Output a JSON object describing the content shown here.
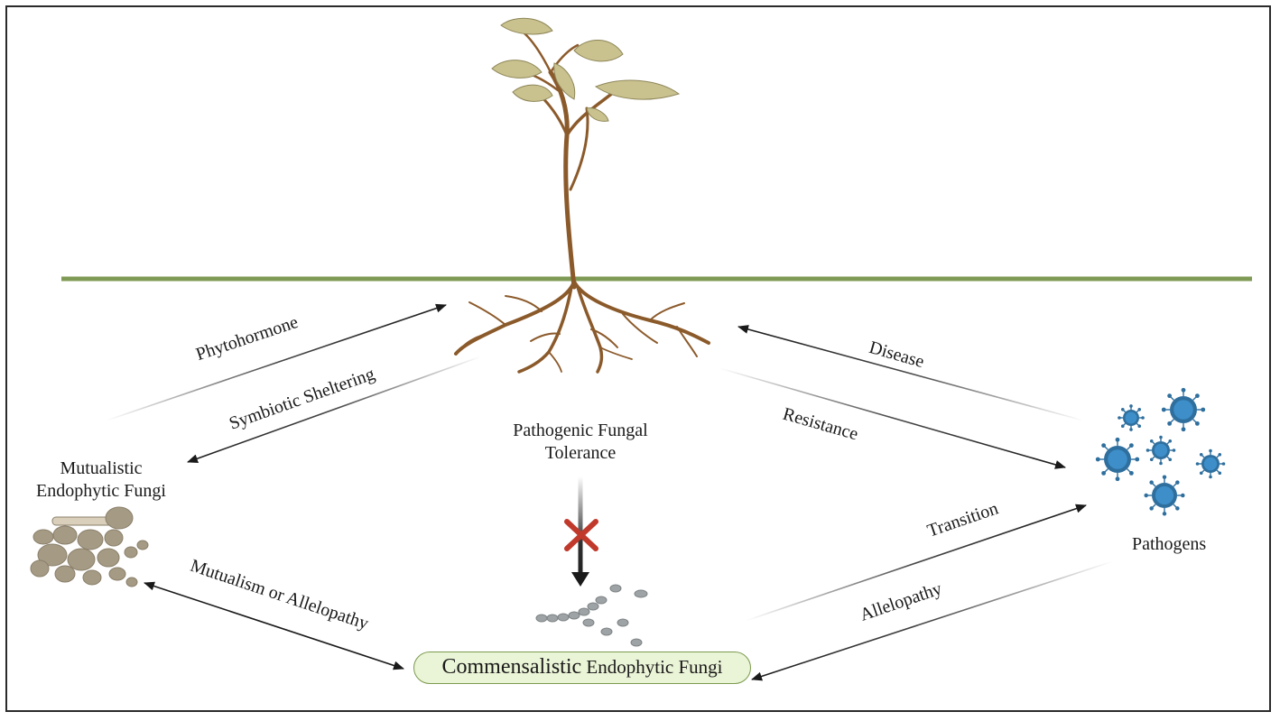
{
  "labels": {
    "phytohormone": "Phytohormone",
    "symbiotic_sheltering": "Symbiotic Sheltering",
    "mutualistic_line1": "Mutualistic",
    "mutualistic_line2": "Endophytic Fungi",
    "pathogenic_line1": "Pathogenic Fungal",
    "pathogenic_line2": "Tolerance",
    "disease": "Disease",
    "resistance": "Resistance",
    "pathogens": "Pathogens",
    "transition": "Transition",
    "allelopathy": "Allelopathy",
    "mutualism_or_allelopathy": "Mutualism or Allelopathy",
    "commensalistic_part1": "Commensalistic",
    "commensalistic_part2": " Endophytic Fungi"
  },
  "colors": {
    "ground_line": "#7f9a55",
    "stem": "#8b5a2b",
    "leaf": "#c9c28f",
    "pathogen": "#3d8ec9",
    "blocked_cross": "#c0392b",
    "fungi_mutualistic": "#a59a84",
    "fungi_commensalistic": "#9ea3a5",
    "commensal_box": "#eaf4d6"
  }
}
